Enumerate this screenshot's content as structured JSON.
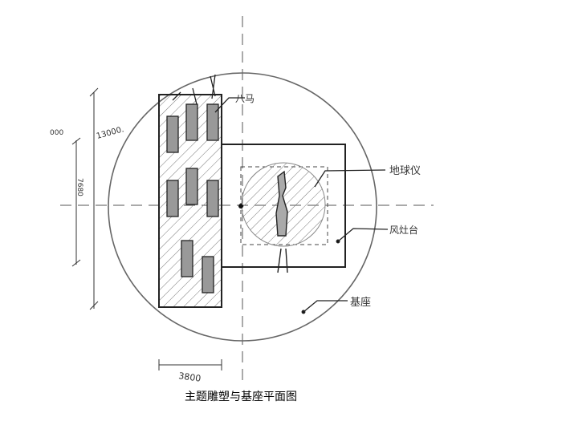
{
  "caption": "主题雕塑与基座平面图",
  "labels": {
    "horses": "八马",
    "globe": "地球仪",
    "platform": "风灶台",
    "base": "基座"
  },
  "dimensions": {
    "outer_partial": "000",
    "diameter": "13000.",
    "platform_length": "7680",
    "horse_width": "3800"
  }
}
